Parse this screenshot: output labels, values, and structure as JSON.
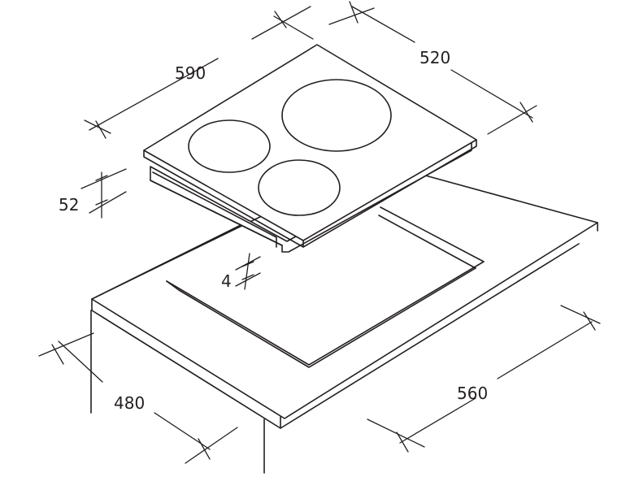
{
  "dimensions": {
    "hob_width": "590",
    "hob_depth": "520",
    "hob_height": "52",
    "clearance": "4",
    "cutout_depth": "480",
    "cutout_width": "560"
  }
}
